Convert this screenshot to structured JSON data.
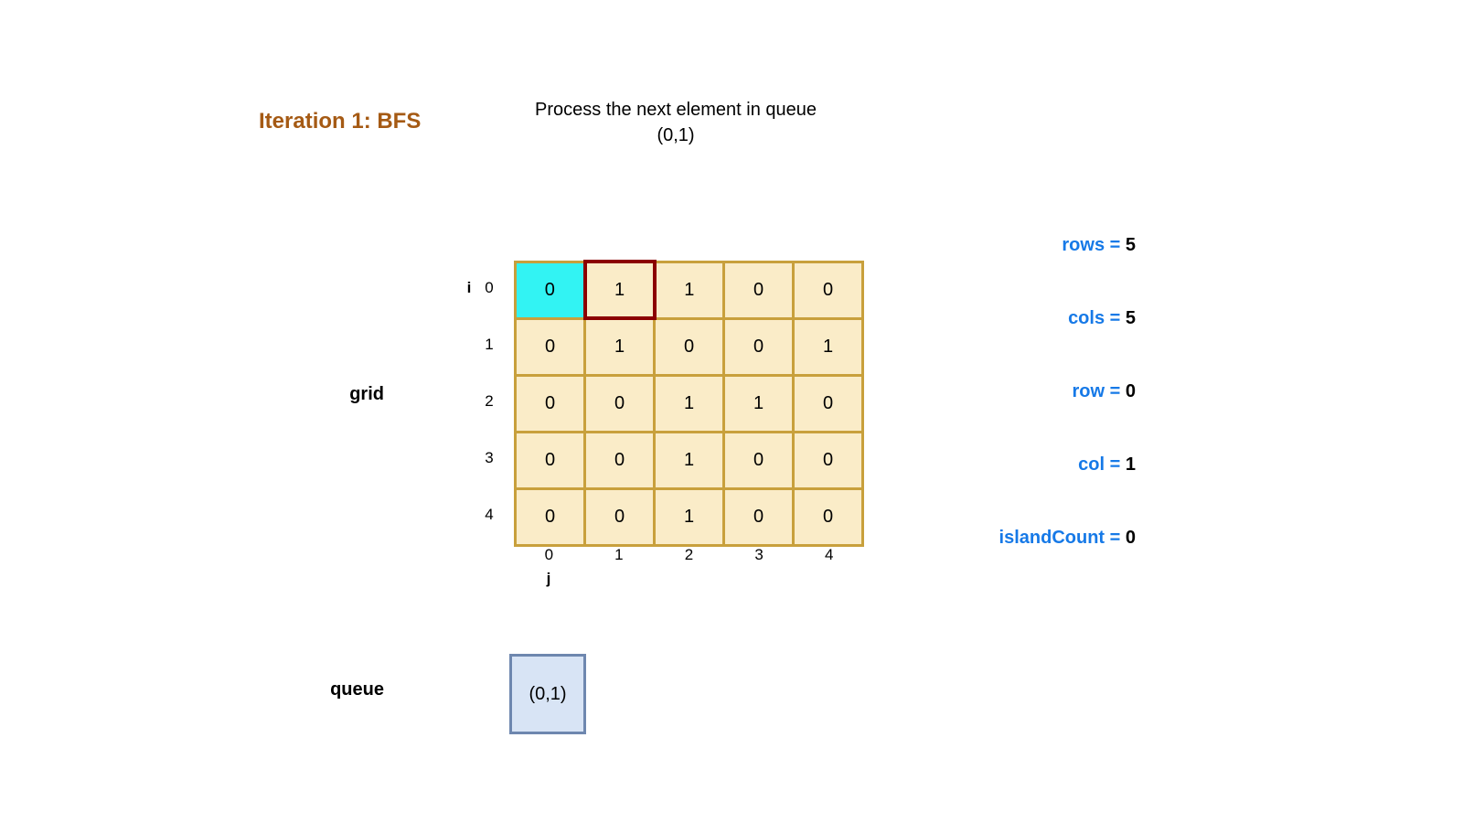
{
  "title": "Iteration 1: BFS",
  "subtitle_line1": "Process the next element in queue",
  "subtitle_line2": "(0,1)",
  "grid": {
    "label": "grid",
    "row_axis_label": "i",
    "col_axis_label": "j",
    "row_labels": [
      "0",
      "1",
      "2",
      "3",
      "4"
    ],
    "col_labels": [
      "0",
      "1",
      "2",
      "3",
      "4"
    ],
    "cells": [
      [
        "0",
        "1",
        "1",
        "0",
        "0"
      ],
      [
        "0",
        "1",
        "0",
        "0",
        "1"
      ],
      [
        "0",
        "0",
        "1",
        "1",
        "0"
      ],
      [
        "0",
        "0",
        "1",
        "0",
        "0"
      ],
      [
        "0",
        "0",
        "1",
        "0",
        "0"
      ]
    ],
    "visited_cell": {
      "row": 0,
      "col": 0
    },
    "current_cell": {
      "row": 0,
      "col": 1
    }
  },
  "variables": [
    {
      "name": "rows",
      "value": "5"
    },
    {
      "name": "cols",
      "value": "5"
    },
    {
      "name": "row",
      "value": "0"
    },
    {
      "name": "col",
      "value": "1"
    },
    {
      "name": "islandCount",
      "value": "0"
    }
  ],
  "queue": {
    "label": "queue",
    "items": [
      "(0,1)"
    ]
  },
  "colors": {
    "title_color": "#A55A14",
    "var_color": "#1679E7",
    "cell_fill": "#FAECC8",
    "cell_border": "#C8A03C",
    "visited_fill": "#32F3F3",
    "current_border": "#8B0000",
    "queue_fill": "#D8E4F5",
    "queue_border": "#6E87AF"
  }
}
